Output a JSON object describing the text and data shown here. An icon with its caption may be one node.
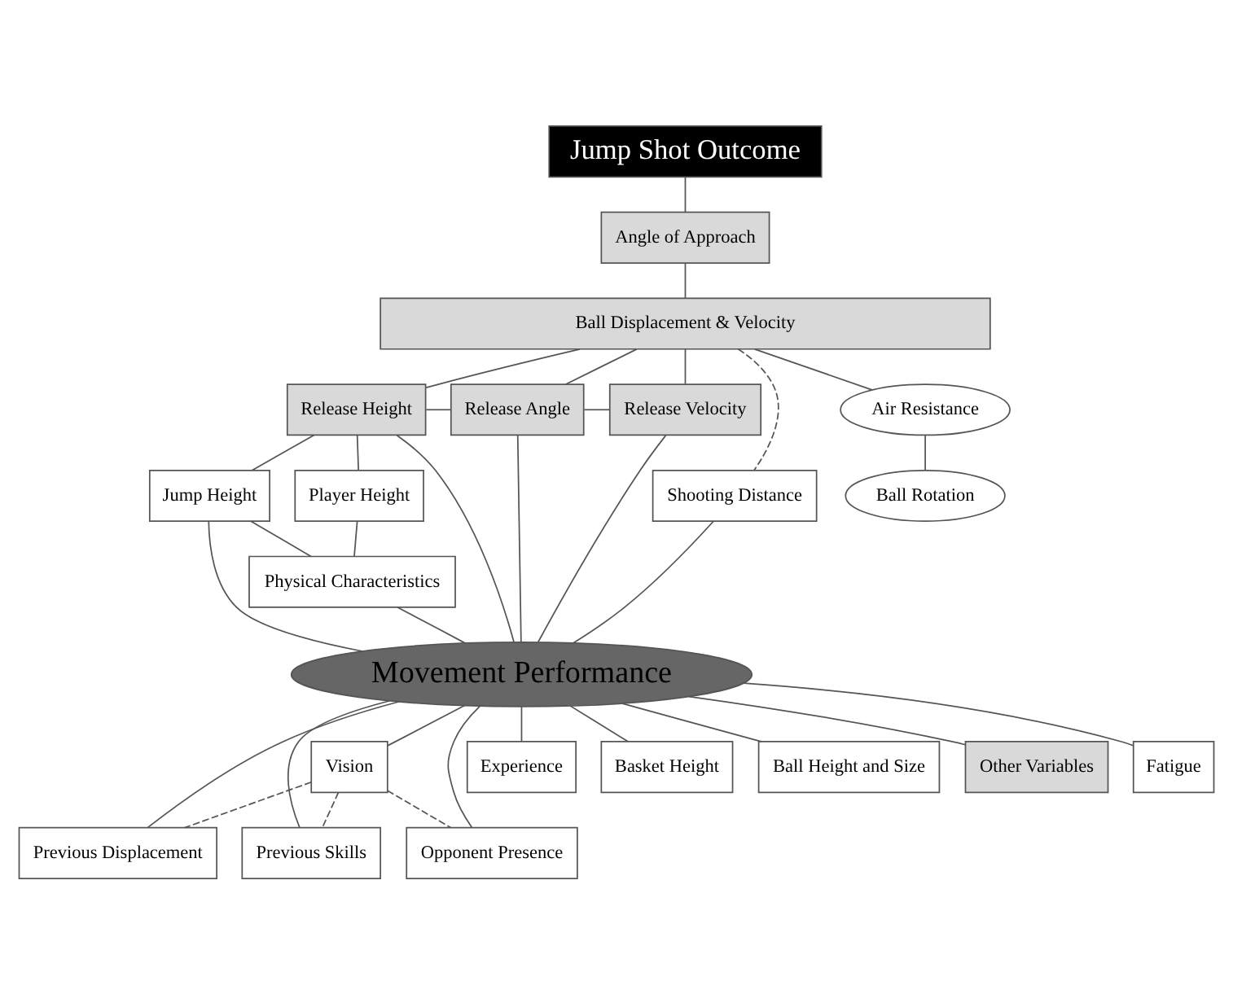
{
  "diagram": {
    "nodes": [
      {
        "text": [
          "Jump Shot Outcome"
        ]
      },
      {
        "text": [
          "Angle of Approach"
        ]
      },
      {
        "text": [
          "Ball Displacement & Velocity"
        ]
      },
      {
        "text": [
          "Release Height"
        ]
      },
      {
        "text": [
          "Release Angle"
        ]
      },
      {
        "text": [
          "Release Velocity"
        ]
      },
      {
        "text": [
          "Air Resistance"
        ]
      },
      {
        "text": [
          "Ball Rotation"
        ]
      },
      {
        "text": [
          "Player Height"
        ]
      },
      {
        "text": [
          "Jump Height"
        ]
      },
      {
        "text": [
          "Shooting Distance"
        ]
      },
      {
        "text": [
          "Physical Characteristics"
        ]
      },
      {
        "text": [
          "Movement Performance"
        ]
      },
      {
        "text": [
          "Vision"
        ]
      },
      {
        "text": [
          "Experience"
        ]
      },
      {
        "text": [
          "Previous Displacement"
        ]
      },
      {
        "text": [
          "Basket Height"
        ]
      },
      {
        "text": [
          "Previous Skills"
        ]
      },
      {
        "text": [
          "Ball Height and Size"
        ]
      },
      {
        "text": [
          "Opponent Presence"
        ]
      },
      {
        "text": [
          "Other Variables"
        ]
      },
      {
        "text": [
          "Fatigue"
        ]
      }
    ],
    "edges": [
      {
        "from": 0,
        "to": 1,
        "arrow": "none"
      },
      {
        "from": 1,
        "to": 2,
        "arrow": "none"
      },
      {
        "from": 2,
        "to": 3,
        "arrow": "none"
      },
      {
        "from": 2,
        "to": 4,
        "arrow": "none"
      },
      {
        "from": 2,
        "to": 5,
        "arrow": "none"
      },
      {
        "from": 3,
        "to": 4,
        "arrow": "none"
      },
      {
        "from": 4,
        "to": 5,
        "arrow": "none"
      },
      {
        "from": 2,
        "to": 6,
        "arrow": "none"
      },
      {
        "from": 6,
        "to": 7,
        "arrow": "none"
      },
      {
        "from": 2,
        "to": 10,
        "arrow": "none",
        "style": "dashed"
      },
      {
        "from": 3,
        "to": 8,
        "arrow": "none"
      },
      {
        "from": 3,
        "to": 9,
        "arrow": "none"
      },
      {
        "from": 3,
        "to": 12,
        "arrow": "none"
      },
      {
        "from": 4,
        "to": 12,
        "arrow": "none"
      },
      {
        "from": 5,
        "to": 12,
        "arrow": "none"
      },
      {
        "from": 8,
        "to": 11,
        "arrow": "none"
      },
      {
        "from": 9,
        "to": 11,
        "arrow": "none"
      },
      {
        "from": 9,
        "to": 12,
        "arrow": "none"
      },
      {
        "from": 10,
        "to": 12,
        "arrow": "none"
      },
      {
        "from": 11,
        "to": 12,
        "arrow": "none"
      },
      {
        "from": 12,
        "to": 13,
        "arrow": "none"
      },
      {
        "from": 12,
        "to": 14,
        "arrow": "none"
      },
      {
        "from": 12,
        "to": 15,
        "arrow": "none"
      },
      {
        "from": 12,
        "to": 16,
        "arrow": "none"
      },
      {
        "from": 12,
        "to": 17,
        "arrow": "none"
      },
      {
        "from": 12,
        "to": 18,
        "arrow": "none"
      },
      {
        "from": 12,
        "to": 19,
        "arrow": "none"
      },
      {
        "from": 12,
        "to": 20,
        "arrow": "none"
      },
      {
        "from": 12,
        "to": 21,
        "arrow": "none"
      },
      {
        "from": 13,
        "to": 15,
        "arrow": "none",
        "style": "dashed"
      },
      {
        "from": 13,
        "to": 17,
        "arrow": "none",
        "style": "dashed"
      },
      {
        "from": 13,
        "to": 19,
        "arrow": "none",
        "style": "dashed"
      }
    ]
  }
}
